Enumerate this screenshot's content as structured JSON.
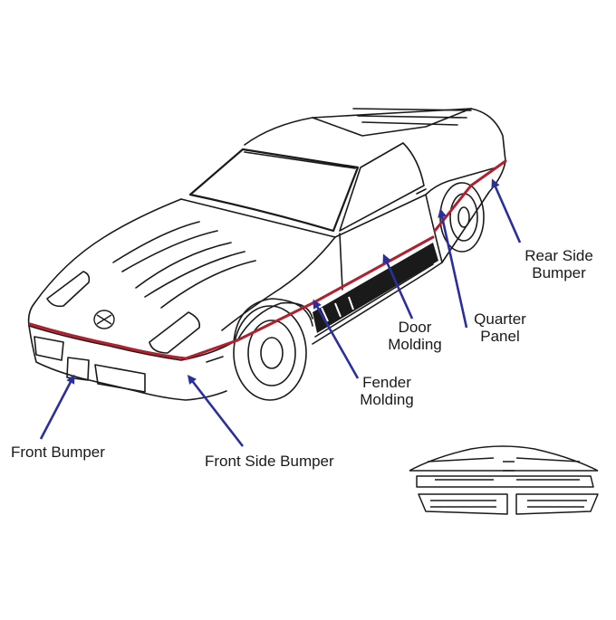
{
  "colors": {
    "outline": "#1a1a1a",
    "trim": "#b21f2d",
    "arrow": "#2a2f9a",
    "background": "#ffffff"
  },
  "labels": {
    "front_bumper": "Front Bumper",
    "front_side_bumper": "Front Side Bumper",
    "fender_molding_1": "Fender",
    "fender_molding_2": "Molding",
    "door_molding_1": "Door",
    "door_molding_2": "Molding",
    "quarter_panel_1": "Quarter",
    "quarter_panel_2": "Panel",
    "rear_side_bumper_1": "Rear Side",
    "rear_side_bumper_2": "Bumper"
  },
  "icons": {
    "car": "sports-car-outline-icon",
    "grille": "grille-insert-icon",
    "badge": "crossed-flags-emblem-icon"
  }
}
